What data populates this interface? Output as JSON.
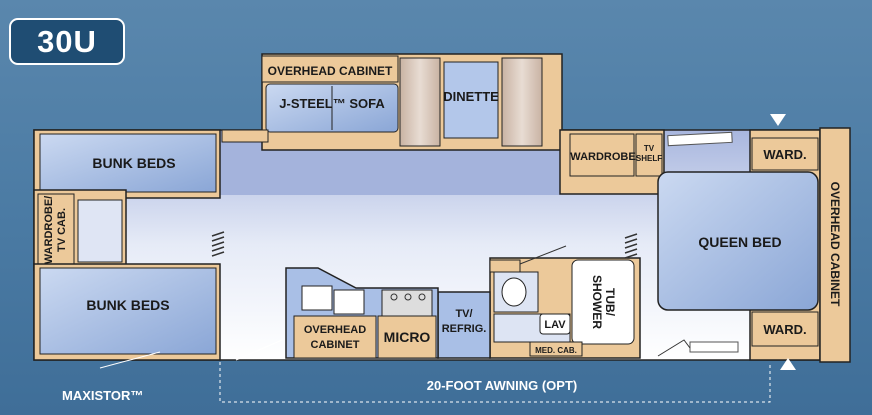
{
  "model": "30U",
  "labels": {
    "overhead_cabinet_top": "OVERHEAD CABINET",
    "sofa": "J-STEEL™ SOFA",
    "dinette": "DINETTE",
    "bunk_beds_top": "BUNK BEDS",
    "bunk_beds_bottom": "BUNK BEDS",
    "wardrobe_tv_cab_1": "WARDROBE/",
    "wardrobe_tv_cab_2": "TV CAB.",
    "wardrobe": "WARDROBE",
    "tv_shelf_1": "TV",
    "tv_shelf_2": "SHELF",
    "ward_top": "WARD.",
    "ward_bottom": "WARD.",
    "overhead_cabinet_right": "OVERHEAD CABINET",
    "queen_bed": "QUEEN BED",
    "tub_1": "TUB/",
    "tub_2": "SHOWER",
    "lav": "LAV",
    "med_cab": "MED. CAB.",
    "tv_refrig_1": "TV/",
    "tv_refrig_2": "REFRIG.",
    "micro": "MICRO",
    "overhead_cabinet_bottom_1": "OVERHEAD",
    "overhead_cabinet_bottom_2": "CABINET",
    "maxistor": "MAXISTOR™",
    "awning": "20-FOOT AWNING (OPT)"
  },
  "colors": {
    "background": "#4a7aa3",
    "cabinet": "#ecc99a",
    "floor": "#dde4f3",
    "bed": "#a9bfe6",
    "badge": "#1f4d73"
  }
}
